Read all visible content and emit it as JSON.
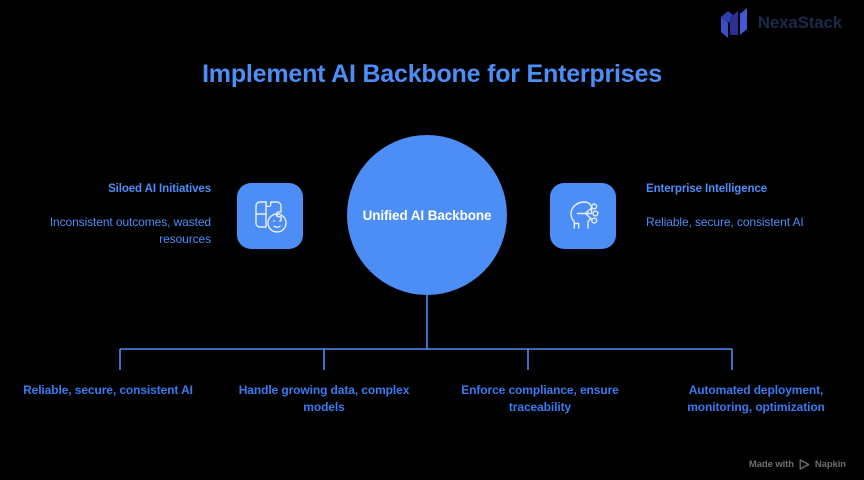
{
  "brand": {
    "name": "NexaStack",
    "mark_icon": "nexastack-logo-icon",
    "mark_color": "#2d3fae"
  },
  "title": "Implement AI Backbone for Enterprises",
  "accent_color": "#4c8df6",
  "background_color": "#000000",
  "center": {
    "label": "Unified AI Backbone"
  },
  "left": {
    "heading": "Siloed AI Initiatives",
    "body": "Inconsistent outcomes, wasted resources",
    "icon": "puzzle-face-icon"
  },
  "right": {
    "heading": "Enterprise Intelligence",
    "body": "Reliable, secure, consistent AI",
    "icon": "ai-brain-head-icon"
  },
  "leaves": [
    {
      "label": "Reliable, secure, consistent AI"
    },
    {
      "label": "Handle growing data, complex models"
    },
    {
      "label": "Enforce compliance, ensure traceability"
    },
    {
      "label": "Automated deployment, monitoring, optimization"
    }
  ],
  "footer": {
    "made_with": "Made with",
    "product": "Napkin",
    "mark_icon": "napkin-logo-icon"
  }
}
